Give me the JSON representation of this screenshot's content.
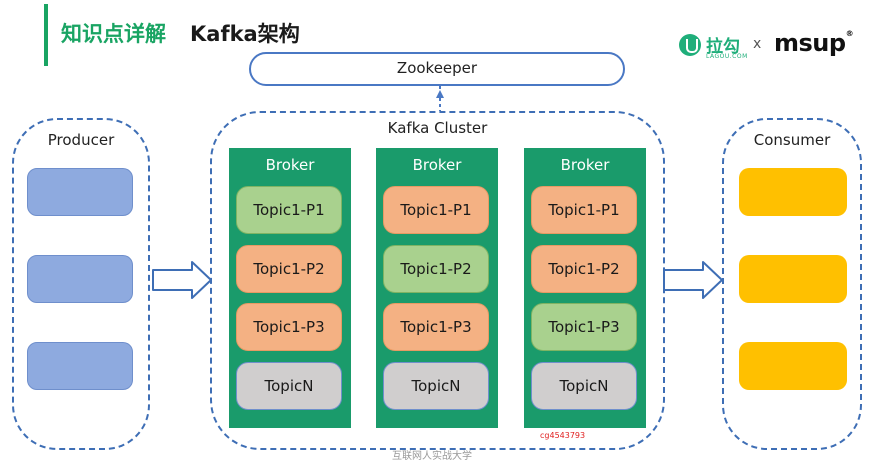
{
  "header": {
    "title_main": "知识点详解",
    "title_sub": "Kafka架构"
  },
  "logos": {
    "lagou": "拉勾",
    "lagou_small": "LAGOU.COM",
    "separator": "x",
    "msup": "msup",
    "msup_mark": "®"
  },
  "diagram": {
    "zookeeper_label": "Zookeeper",
    "producer_label": "Producer",
    "consumer_label": "Consumer",
    "cluster_label": "Kafka Cluster",
    "brokers": [
      {
        "label": "Broker",
        "topics": [
          "Topic1-P1",
          "Topic1-P2",
          "Topic1-P3",
          "TopicN"
        ]
      },
      {
        "label": "Broker",
        "topics": [
          "Topic1-P1",
          "Topic1-P2",
          "Topic1-P3",
          "TopicN"
        ]
      },
      {
        "label": "Broker",
        "topics": [
          "Topic1-P1",
          "Topic1-P2",
          "Topic1-P3",
          "TopicN"
        ]
      }
    ]
  },
  "footer": {
    "watermark": "cg4543793",
    "caption": "互联网人实战大学"
  },
  "colors": {
    "accent": "#19a463",
    "broker": "#1a9b6b",
    "leader": "#a9d18e",
    "replica": "#f4b183",
    "other_topic": "#d0cece",
    "producer": "#8eaadf",
    "consumer": "#ffc000",
    "border_blue": "#3e6eb5"
  }
}
